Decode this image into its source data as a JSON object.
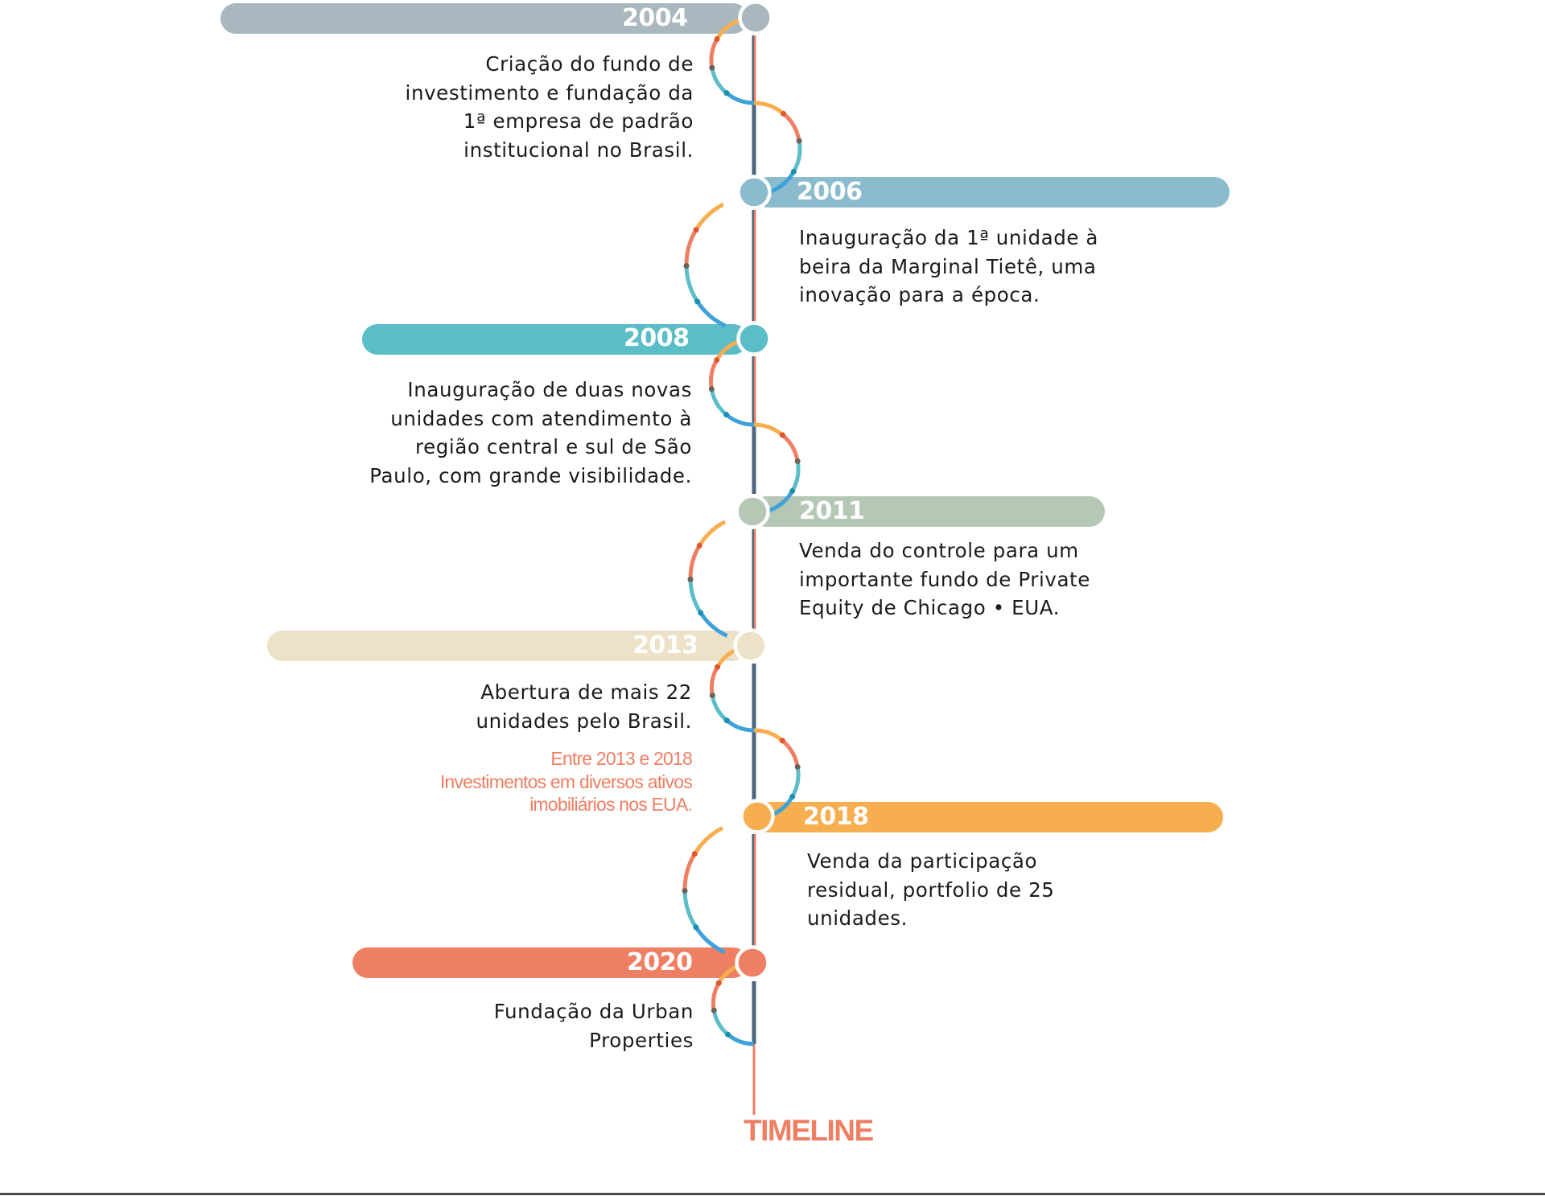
{
  "title": "TIMELINE",
  "colors": {
    "orange": "#f6ae4e",
    "salmon": "#ee7f62",
    "teal": "#5bbdc8",
    "blue": "#3ea1d9",
    "slate": "#4d6680",
    "title": "#ee7f62",
    "text": "#1b1b1b"
  },
  "events": [
    {
      "year": "2004",
      "color": "#a9b8be",
      "side": "left",
      "description": [
        "Criação do fundo de",
        "investimento e fundação da",
        "1ª empresa de padrão",
        "institucional no Brasil."
      ]
    },
    {
      "year": "2006",
      "color": "#8bbccd",
      "side": "right",
      "description": [
        "Inauguração da 1ª unidade à",
        "beira da Marginal Tietê, uma",
        "inovação para a época."
      ]
    },
    {
      "year": "2008",
      "color": "#5bbdc8",
      "side": "left",
      "description": [
        "Inauguração de duas novas",
        "unidades com atendimento à",
        "região central e sul de São",
        "Paulo, com grande visibilidade."
      ]
    },
    {
      "year": "2011",
      "color": "#b5c8b5",
      "side": "right",
      "description": [
        "Venda do controle para um",
        "importante fundo de Private",
        "Equity de Chicago • EUA."
      ]
    },
    {
      "year": "2013",
      "color": "#ede2c8",
      "side": "left",
      "description": [
        "Abertura de mais 22",
        "unidades pelo Brasil."
      ],
      "note": [
        "Entre 2013 e 2018",
        "Investimentos em diversos ativos",
        "imobiliários nos EUA."
      ]
    },
    {
      "year": "2018",
      "color": "#f6ae4e",
      "side": "right",
      "description": [
        "Venda da participação",
        "residual, portfolio de 25",
        "unidades."
      ]
    },
    {
      "year": "2020",
      "color": "#ee7f62",
      "side": "left",
      "description": [
        "Fundação da Urban",
        "Properties"
      ]
    }
  ]
}
